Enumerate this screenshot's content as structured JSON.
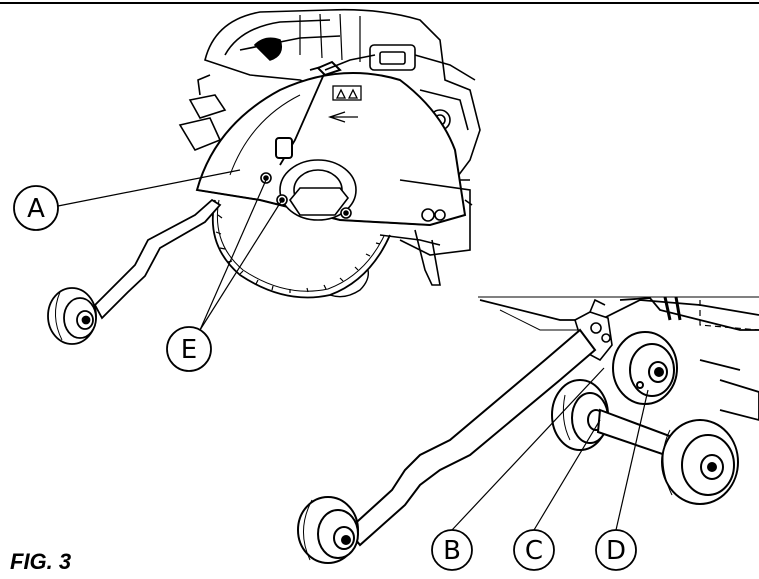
{
  "figure": {
    "caption": "FIG. 3"
  },
  "callouts": {
    "a": "A",
    "b": "B",
    "c": "C",
    "d": "D",
    "e": "E"
  },
  "colors": {
    "line": "#000000",
    "background": "#ffffff",
    "shade": "#d9d9d9"
  }
}
